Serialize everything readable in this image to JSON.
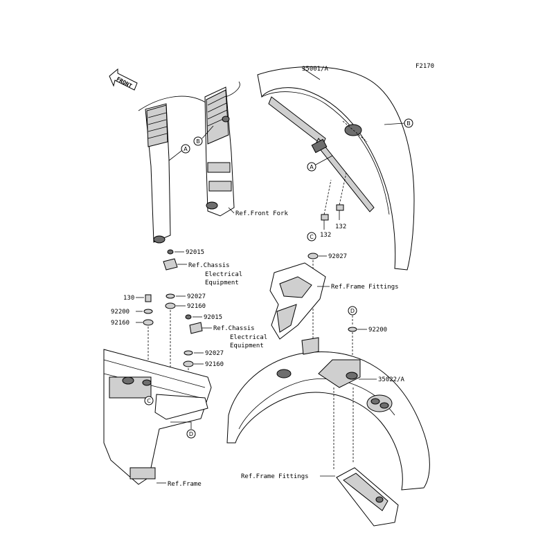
{
  "figure_code": "F2170",
  "front_arrow_label": "FRONT",
  "callouts": {
    "A": "A",
    "B": "B",
    "C": "C",
    "D": "D"
  },
  "parts": {
    "p35001": "35001/A",
    "p35022": "35022/A",
    "p132a": "132",
    "p132b": "132",
    "p92027_top": "92027",
    "p92027_mid": "92027",
    "p92027_low": "92027",
    "p92015_a": "92015",
    "p92015_b": "92015",
    "p92160_a": "92160",
    "p92160_b": "92160",
    "p92160_c": "92160",
    "p92200_a": "92200",
    "p92200_b": "92200",
    "p130": "130"
  },
  "refs": {
    "front_fork": "Ref.Front Fork",
    "chassis1_l1": "Ref.Chassis",
    "chassis1_l2": "Electrical",
    "chassis1_l3": "Equipment",
    "chassis2_l1": "Ref.Chassis",
    "chassis2_l2": "Electrical",
    "chassis2_l3": "Equipment",
    "frame_fittings_top": "Ref.Frame Fittings",
    "frame_fittings_bottom": "Ref.Frame Fittings",
    "frame": "Ref.Frame"
  }
}
